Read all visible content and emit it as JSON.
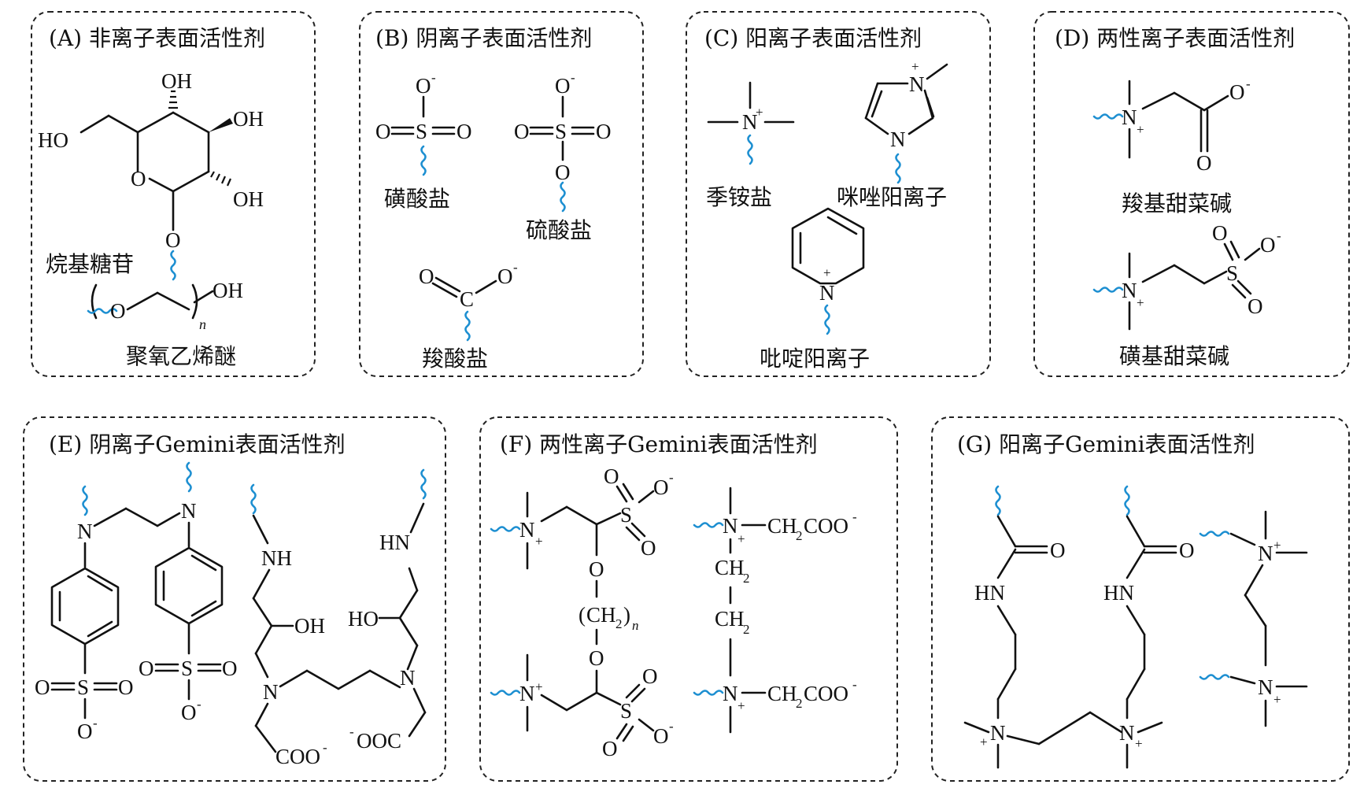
{
  "panels": {
    "A": {
      "title": "(A) 非离子表面活性剂",
      "labels": {
        "glycoside": "烷基糖苷",
        "peg": "聚氧乙烯醚"
      },
      "atoms": {
        "oh_top": "OH",
        "oh_right": "OH",
        "oh_lower": "OH",
        "ho_left": "HO",
        "ring_o": "O",
        "o_glyco": "O",
        "peg_o": "O",
        "peg_oh": "OH",
        "n": "n"
      }
    },
    "B": {
      "title": "(B) 阴离子表面活性剂",
      "labels": {
        "sulfonate": "磺酸盐",
        "sulfate": "硫酸盐",
        "carboxylate": "羧酸盐"
      },
      "atoms": {
        "o_minus": "O",
        "minus": "-",
        "o": "O",
        "s": "S",
        "c": "C"
      }
    },
    "C": {
      "title": "(C) 阳离子表面活性剂",
      "labels": {
        "quat": "季铵盐",
        "imidazolium": "咪唑阳离子",
        "pyridinium": "吡啶阳离子"
      },
      "atoms": {
        "n": "N",
        "plus": "+"
      }
    },
    "D": {
      "title": "(D) 两性离子表面活性剂",
      "labels": {
        "carboxybetaine": "羧基甜菜碱",
        "sulfobetaine": "磺基甜菜碱"
      },
      "atoms": {
        "n": "N",
        "plus": "+",
        "o": "O",
        "minus": "-",
        "s": "S"
      }
    },
    "E": {
      "title": "(E) 阴离子Gemini表面活性剂",
      "atoms": {
        "n": "N",
        "nh": "NH",
        "hn": "HN",
        "oh": "OH",
        "ho": "HO",
        "o": "O",
        "s": "S",
        "minus": "-",
        "coo": "COO",
        "ooc": "OOC"
      }
    },
    "F": {
      "title": "(F) 两性离子Gemini表面活性剂",
      "atoms": {
        "n": "N",
        "plus": "+",
        "o": "O",
        "s": "S",
        "minus": "-",
        "ch2": "CH",
        "two": "2",
        "ch2coo": "CH",
        "coo": "COO",
        "paren_open": "(",
        "paren_close": ")",
        "n_sub": "n"
      }
    },
    "G": {
      "title": "(G) 阳离子Gemini表面活性剂",
      "atoms": {
        "hn": "HN",
        "o": "O",
        "n": "N",
        "plus": "+"
      }
    }
  },
  "colors": {
    "wavy": "#1d8fd1",
    "bond": "#111111",
    "border": "#222222"
  }
}
